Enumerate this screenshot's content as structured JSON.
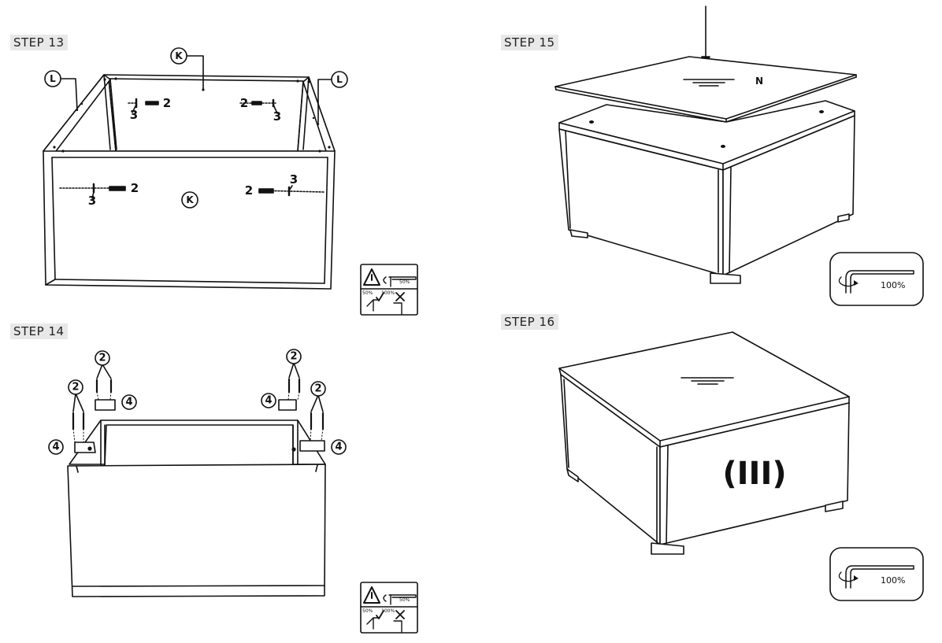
{
  "steps": {
    "s13": {
      "label": "STEP 13"
    },
    "s14": {
      "label": "STEP 14"
    },
    "s15": {
      "label": "STEP 15"
    },
    "s16": {
      "label": "STEP 16"
    }
  },
  "parts": {
    "L": "L",
    "K": "K",
    "N": "N",
    "p2": "2",
    "p3": "3",
    "p4": "4"
  },
  "warning_box": {
    "icon": "warning-triangle-icon",
    "torque_top": "50%",
    "torque_left": "50%",
    "torque_mid": "100%"
  },
  "wrench_box": {
    "icon": "allen-key-icon",
    "torque": "100%"
  },
  "module_mark": "(III)"
}
